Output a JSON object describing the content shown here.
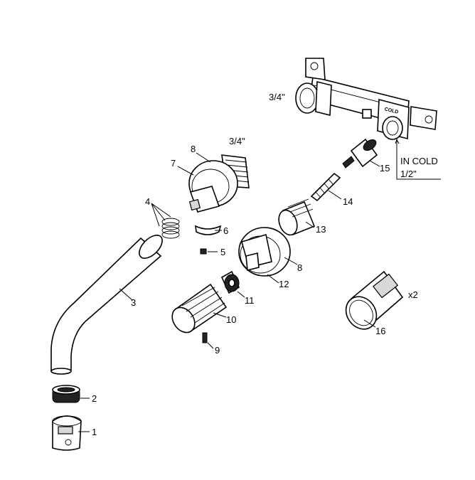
{
  "diagram": {
    "labels": {
      "l1": "1",
      "l2": "2",
      "l3": "3",
      "l4": "4",
      "l5": "5",
      "l6": "6",
      "l7": "7",
      "l8a": "8",
      "l8b": "8",
      "l9": "9",
      "l10": "10",
      "l11": "11",
      "l12": "12",
      "l13": "13",
      "l14": "14",
      "l15": "15",
      "l16": "16",
      "thread_top": "3/4\"",
      "thread_valve": "3/4\"",
      "in_cold": "IN COLD",
      "in_cold_size": "1/2\"",
      "qty": "x2",
      "stamp_cold": "COLD"
    }
  }
}
